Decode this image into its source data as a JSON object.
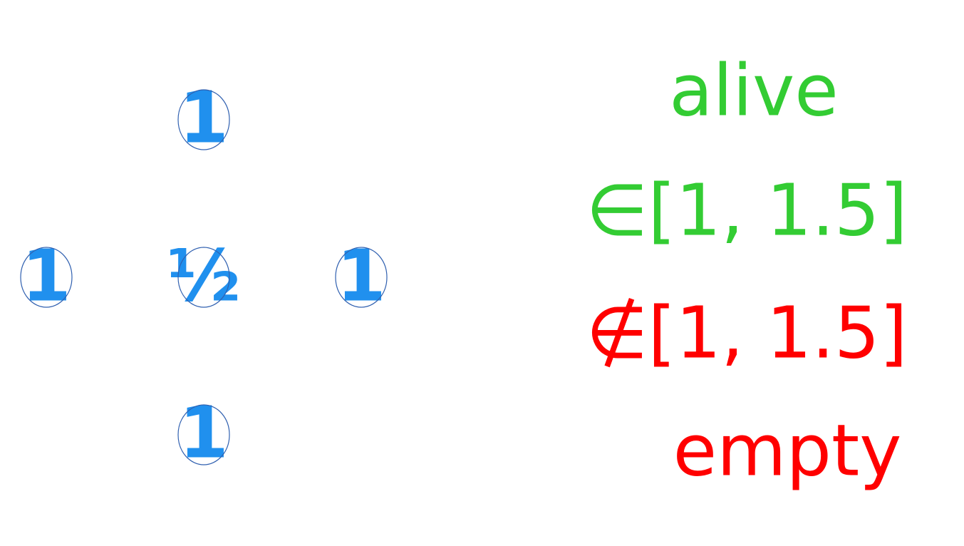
{
  "colors": {
    "cell": "#2090ee",
    "ring": "#3060b0",
    "alive": "#33cc33",
    "empty": "#ff0000"
  },
  "cells": [
    {
      "id": "top",
      "value": "1"
    },
    {
      "id": "left",
      "value": "1"
    },
    {
      "id": "center",
      "value": "½"
    },
    {
      "id": "right",
      "value": "1"
    },
    {
      "id": "bottom",
      "value": "1"
    }
  ],
  "legend": {
    "alive_label": "alive",
    "alive_range": "∈[1, 1.5]",
    "empty_range": "∉[1, 1.5]",
    "empty_label": "empty"
  }
}
